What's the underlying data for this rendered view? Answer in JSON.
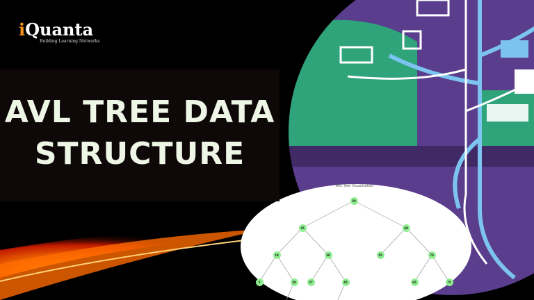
{
  "logo": {
    "brand_prefix": "i",
    "brand_rest": "Quanta",
    "tagline": "Building Learning Networks"
  },
  "title": {
    "line1": "AVL TREE DATA",
    "line2": "STRUCTURE"
  },
  "tree": {
    "title": "AVL Tree Visualization",
    "node_color": "#90ee90",
    "nodes": [
      "50",
      "25",
      "60",
      "18",
      "30",
      "55",
      "70",
      "5",
      "20",
      "27",
      "45",
      "65",
      "75"
    ]
  },
  "colors": {
    "accent_orange": "#f7931e",
    "illustration_purple": "#5a3d8c",
    "illustration_green": "#2fa37a",
    "line_blue": "#7cc4ef"
  }
}
